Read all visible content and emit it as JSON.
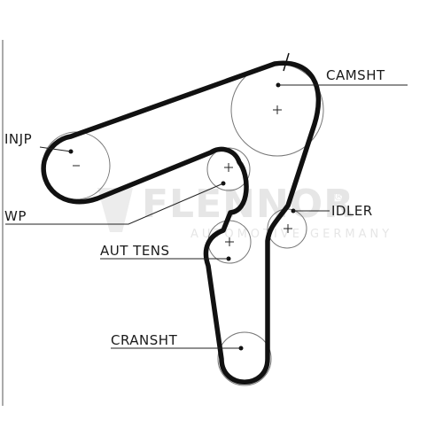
{
  "labels": {
    "camshaft": "CAMSHT",
    "injection_pump": "INJP",
    "water_pump": "WP",
    "idler": "IDLER",
    "auto_tensioner": "AUT TENS",
    "crankshaft": "CRANSHT"
  },
  "watermark": {
    "brand": "FLENNOR",
    "registered_mark": "®",
    "tagline": "AUTOMOTIVE GERMANY"
  }
}
